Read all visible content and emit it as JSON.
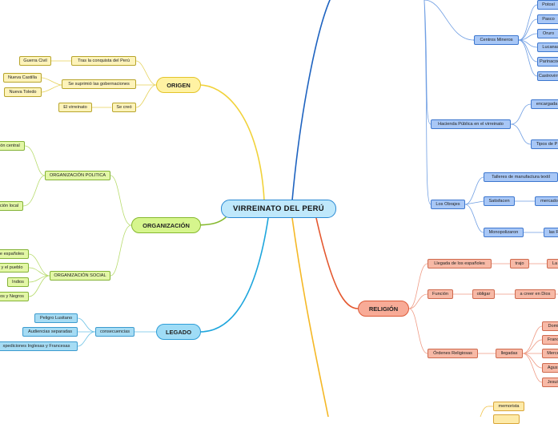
{
  "central": "VIRREINATO DEL PERÚ",
  "branches": {
    "origen": {
      "label": "ORIGEN",
      "items": [
        "Tras la conquista del Perú",
        "Guerra Civil",
        "Se suprimió las gobernaciones",
        "Nueva Castilla",
        "Nueva Toledo",
        "Se creó",
        "El virreinato"
      ]
    },
    "organizacion": {
      "label": "ORGANIZACIÓN",
      "items": [
        "ORGANIZACIÓN POLITICA",
        "ón central",
        "ción local",
        "ORGANIZACIÓN SOCIAL",
        "e españoles",
        "y el pueblo",
        "Indios",
        "os y Negros"
      ]
    },
    "legado": {
      "label": "LEGADO",
      "items": [
        "consecuencias",
        "Peligro Lusitano",
        "Audiencias separadas",
        "xpediciones Inglesas y Francesas"
      ]
    },
    "economia": {
      "items": [
        "Centros Mineros",
        "Potosí",
        "Pasco",
        "Oruro",
        "Lucanas",
        "Parinacochas",
        "Castrovirreyna",
        "Hacienda Pública en el virreinato",
        "encargada",
        "Tipos de P",
        "Los Obrajes",
        "Talleres de manufactura textil",
        "Satisfacen",
        "mercado",
        "Monopolizaron",
        "las R"
      ]
    },
    "religion": {
      "label": "RELIGIÓN",
      "items": [
        "Llegada de los españoles",
        "trajo",
        "La",
        "Función",
        "obligar",
        "a creer en Dios",
        "Órdenes Religiosas",
        "llegadas",
        "Domi",
        "Franc",
        "Merce",
        "Agust",
        "Jesuit"
      ]
    },
    "bottom": {
      "items": [
        "memorista"
      ]
    }
  }
}
